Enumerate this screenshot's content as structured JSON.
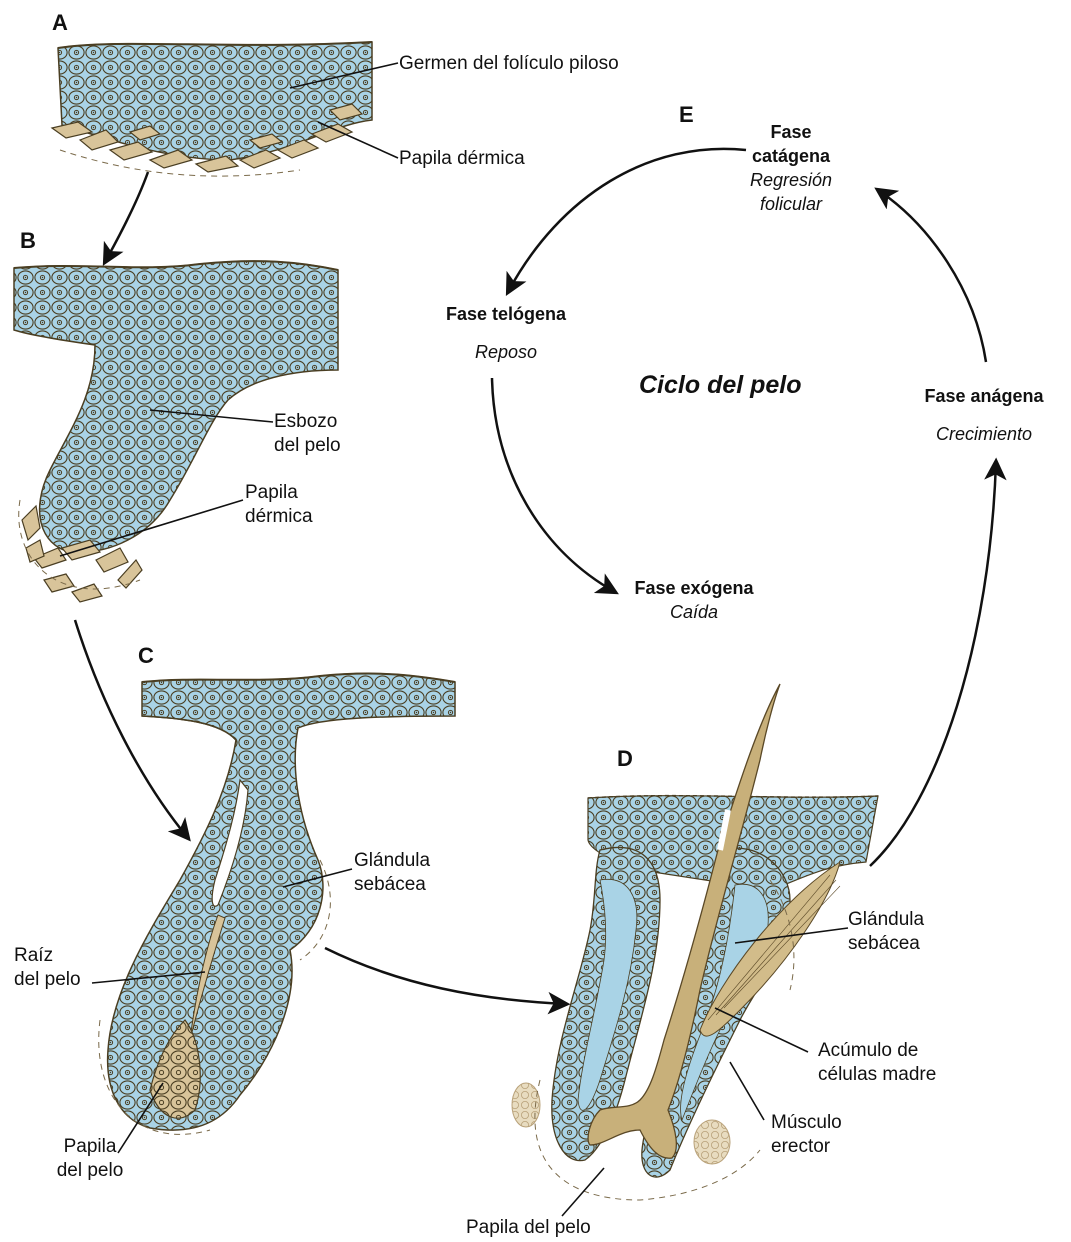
{
  "panels": {
    "a": "A",
    "b": "B",
    "c": "C",
    "d": "D",
    "e": "E"
  },
  "labels": {
    "germen": "Germen del folículo piloso",
    "papila_a": "Papila dérmica",
    "esbozo_1": "Esbozo",
    "esbozo_2": "del pelo",
    "papila_b_1": "Papila",
    "papila_b_2": "dérmica",
    "glandula_c_1": "Glándula",
    "glandula_c_2": "sebácea",
    "raiz_1": "Raíz",
    "raiz_2": "del pelo",
    "papila_c_1": "Papila",
    "papila_c_2": "del pelo",
    "glandula_d_1": "Glándula",
    "glandula_d_2": "sebácea",
    "acumulo_1": "Acúmulo de",
    "acumulo_2": "células madre",
    "musculo_1": "Músculo",
    "musculo_2": "erector",
    "papila_d": "Papila del pelo"
  },
  "cycle": {
    "title": "Ciclo del pelo",
    "catagena_name_1": "Fase",
    "catagena_name_2": "catágena",
    "catagena_desc_1": "Regresión",
    "catagena_desc_2": "folicular",
    "telogena_name": "Fase telógena",
    "telogena_desc": "Reposo",
    "anagena_name": "Fase anágena",
    "anagena_desc": "Crecimiento",
    "exogena_name": "Fase exógena",
    "exogena_desc": "Caída"
  },
  "colors": {
    "epithelium": "#a9d3e6",
    "cell_outline": "#4a3e22",
    "dermal_cell": "#d8c49a",
    "hair_shaft": "#c8b07a",
    "arrow": "#111111"
  }
}
